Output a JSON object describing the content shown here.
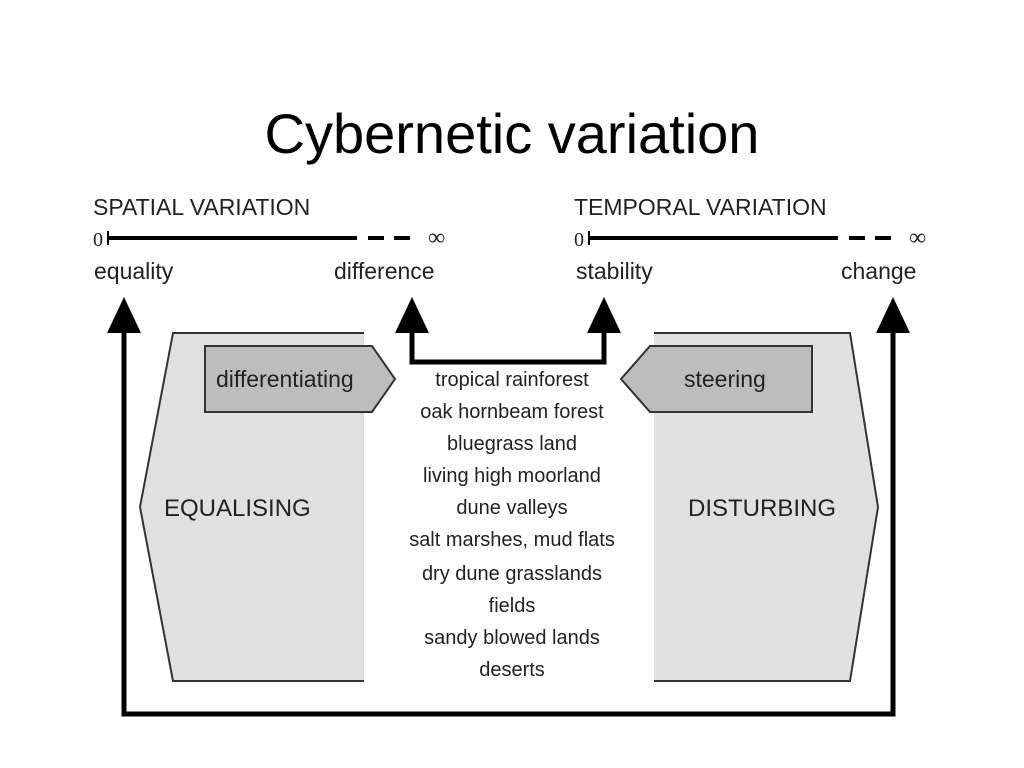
{
  "title": "Cybernetic variation",
  "spatial": {
    "heading": "SPATIAL VARIATION",
    "zero": "0",
    "infinity": "∞",
    "left_pole": "equality",
    "right_pole": "difference"
  },
  "temporal": {
    "heading": "TEMPORAL VARIATION",
    "zero": "0",
    "infinity": "∞",
    "left_pole": "stability",
    "right_pole": "change"
  },
  "processes": {
    "differentiating": "differentiating",
    "steering": "steering",
    "equalising": "EQUALISING",
    "disturbing": "DISTURBING"
  },
  "ecosystems": [
    "tropical rainforest",
    "oak hornbeam forest",
    "bluegrass land",
    "living high moorland",
    "dune valleys",
    "salt marshes, mud flats",
    "dry dune grasslands",
    "fields",
    "sandy blowed lands",
    "deserts"
  ],
  "colors": {
    "light_fill": "#e0e0e0",
    "dark_fill": "#bdbdbd",
    "line": "#000000"
  }
}
